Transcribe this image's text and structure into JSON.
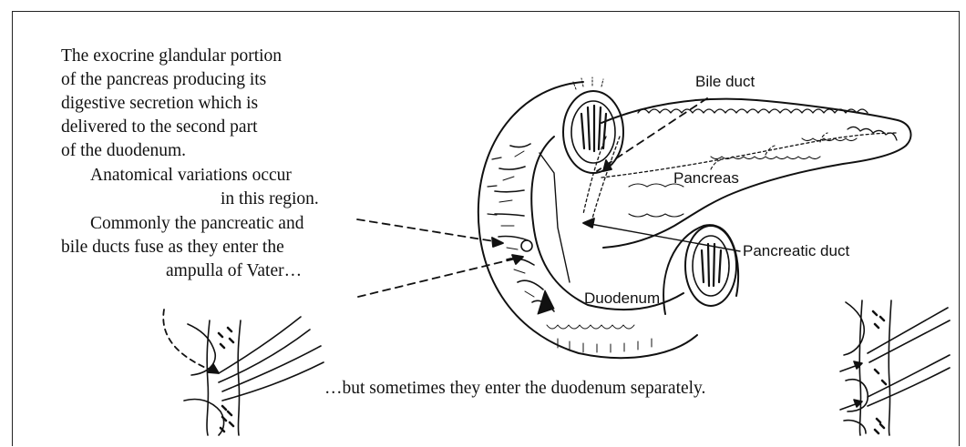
{
  "main_caption": {
    "lines": [
      "The exocrine glandular portion",
      "of the pancreas producing its",
      "digestive secretion which is",
      "delivered to the second part",
      "of the duodenum."
    ]
  },
  "variation_note": {
    "line1": "Anatomical variations occur",
    "line2": "in this region."
  },
  "fusion_note": {
    "line1": "Commonly the pancreatic and",
    "line2": "bile ducts fuse as they enter the",
    "line3": "ampulla of Vater…"
  },
  "separate_note": "…but sometimes they enter the duodenum separately.",
  "labels": {
    "bile_duct": "Bile duct",
    "pancreas": "Pancreas",
    "pancreatic_duct": "Pancreatic duct",
    "duodenum": "Duodenum"
  },
  "colors": {
    "ink": "#111111",
    "paper": "#ffffff"
  }
}
